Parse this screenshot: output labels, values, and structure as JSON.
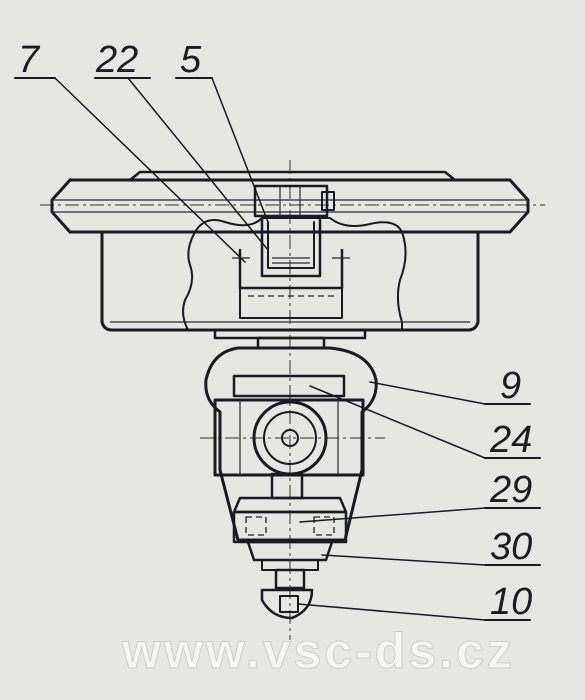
{
  "labels": {
    "l7": "7",
    "l22": "22",
    "l5": "5",
    "l9": "9",
    "l24": "24",
    "l29": "29",
    "l30": "30",
    "l10": "10"
  },
  "watermark": "www.vsc-ds.cz"
}
